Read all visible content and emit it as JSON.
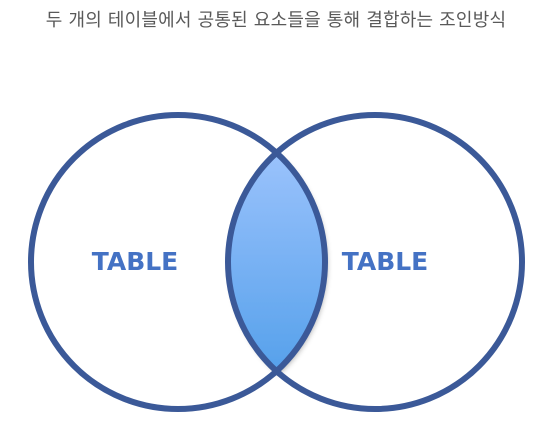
{
  "caption": "두 개의 테이블에서 공통된 요소들을 통해 결합하는 조인방식",
  "diagram": {
    "type": "venn",
    "sets": [
      {
        "label": "TABLE"
      },
      {
        "label": "TABLE"
      }
    ],
    "colors": {
      "outline": "#3b5998",
      "label": "#4472c4",
      "intersection_top": "#a6c8ff",
      "intersection_bottom": "#4a9be8"
    }
  }
}
